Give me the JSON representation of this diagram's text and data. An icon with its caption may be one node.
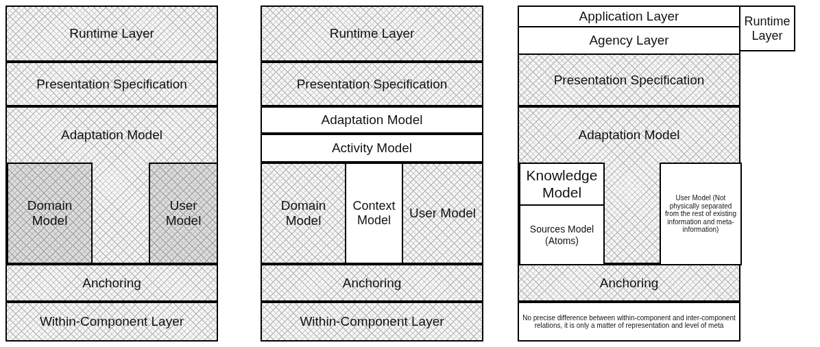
{
  "diagram": {
    "nodes": [
      {
        "text": [
          "Runtime Layer"
        ]
      },
      {
        "text": [
          "Presentation Specification"
        ]
      },
      {
        "text": [
          "Adaptation Model"
        ]
      },
      {
        "text": [
          "Domain Model"
        ],
        "in": 2
      },
      {
        "text": [
          "User Model"
        ],
        "in": 2
      },
      {
        "text": [
          "Anchoring"
        ]
      },
      {
        "text": [
          "Within-Component Layer"
        ]
      },
      {
        "text": [
          "Runtime Layer"
        ]
      },
      {
        "text": [
          "Presentation Specification"
        ]
      },
      {
        "text": [
          "Adaptation Model"
        ]
      },
      {
        "text": [
          "Activity Model"
        ]
      },
      {
        "text": [
          "Domain Model"
        ]
      },
      {
        "text": [
          "Context Model"
        ]
      },
      {
        "text": [
          "User Model"
        ]
      },
      {
        "text": [
          "Anchoring"
        ]
      },
      {
        "text": [
          "Within-Component Layer"
        ]
      },
      {
        "text": [
          "Application Layer"
        ]
      },
      {
        "text": [
          "Runtime Layer"
        ]
      },
      {
        "text": [
          "Agency Layer"
        ]
      },
      {
        "text": [
          "Presentation Specification"
        ]
      },
      {
        "text": [
          "Adaptation Model"
        ]
      },
      {
        "text": [
          "Knowledge Model"
        ],
        "in": 20
      },
      {
        "text": [
          "Sources Model (Atoms)"
        ],
        "in": 20
      },
      {
        "text": [
          "User Model (Not physically separated from the rest of existing information and meta-information)"
        ],
        "in": 20
      },
      {
        "text": [
          "Anchoring"
        ]
      },
      {
        "text": [
          "No precise difference between within-component and inter-component relations, it is only a matter of representation and level of meta"
        ]
      }
    ]
  }
}
